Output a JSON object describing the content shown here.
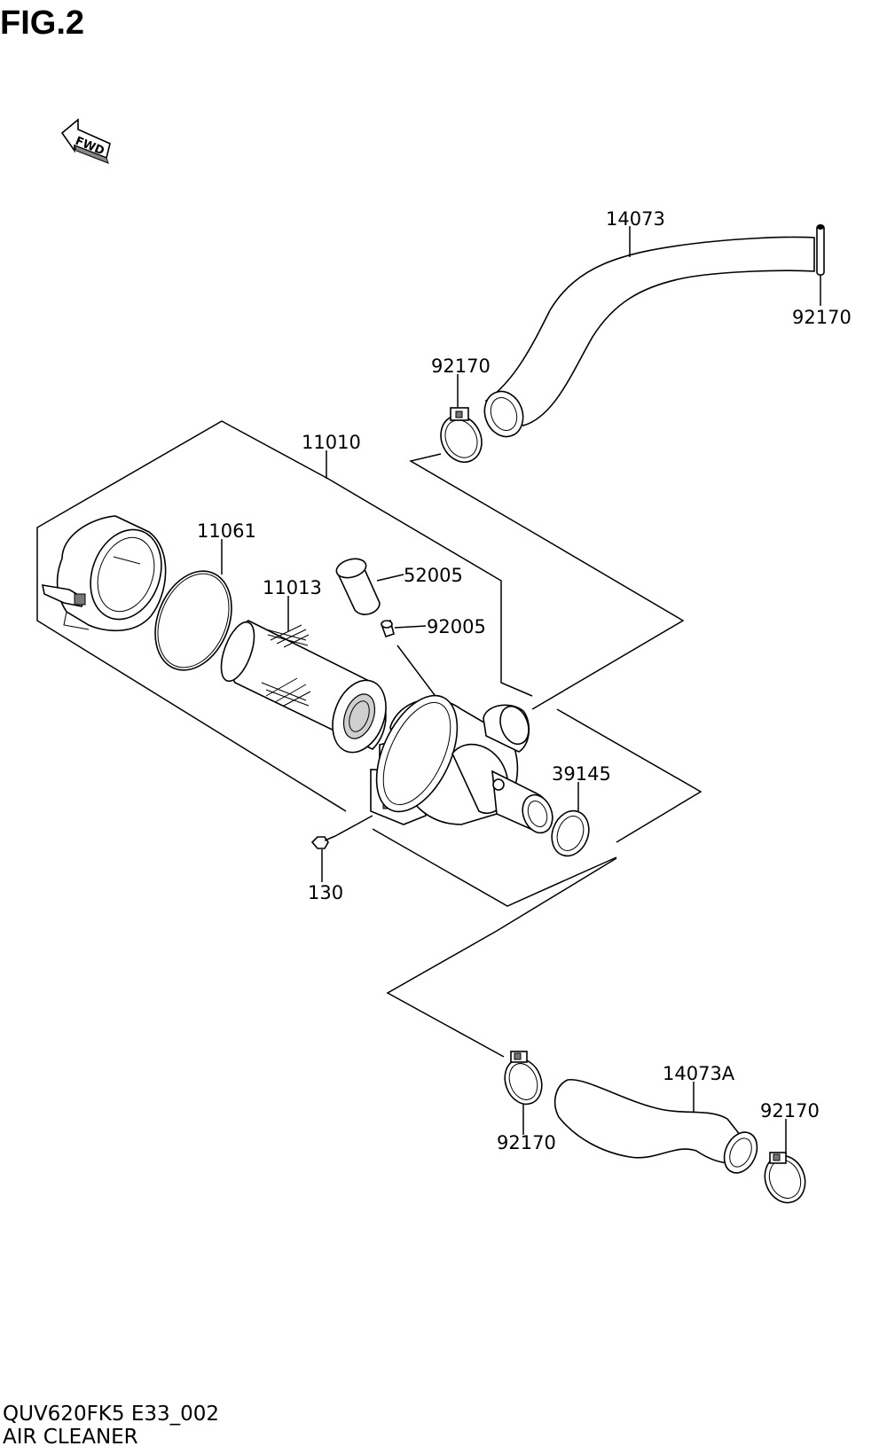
{
  "figure": {
    "title": "FIG.2",
    "fwd_label": "FWD"
  },
  "parts": {
    "p14073": "14073",
    "p92170_top_right": "92170",
    "p92170_upper": "92170",
    "p11010": "11010",
    "p11061": "11061",
    "p52005": "52005",
    "p11013": "11013",
    "p92005": "92005",
    "p39145": "39145",
    "p130": "130",
    "p14073A": "14073A",
    "p92170_lower_right": "92170",
    "p92170_lower": "92170"
  },
  "footer": {
    "model_code": "QUV620FK5 E33_002",
    "section_name": "AIR CLEANER"
  },
  "colors": {
    "line": "#000000",
    "background": "#ffffff",
    "shade": "#cfcfcf"
  }
}
